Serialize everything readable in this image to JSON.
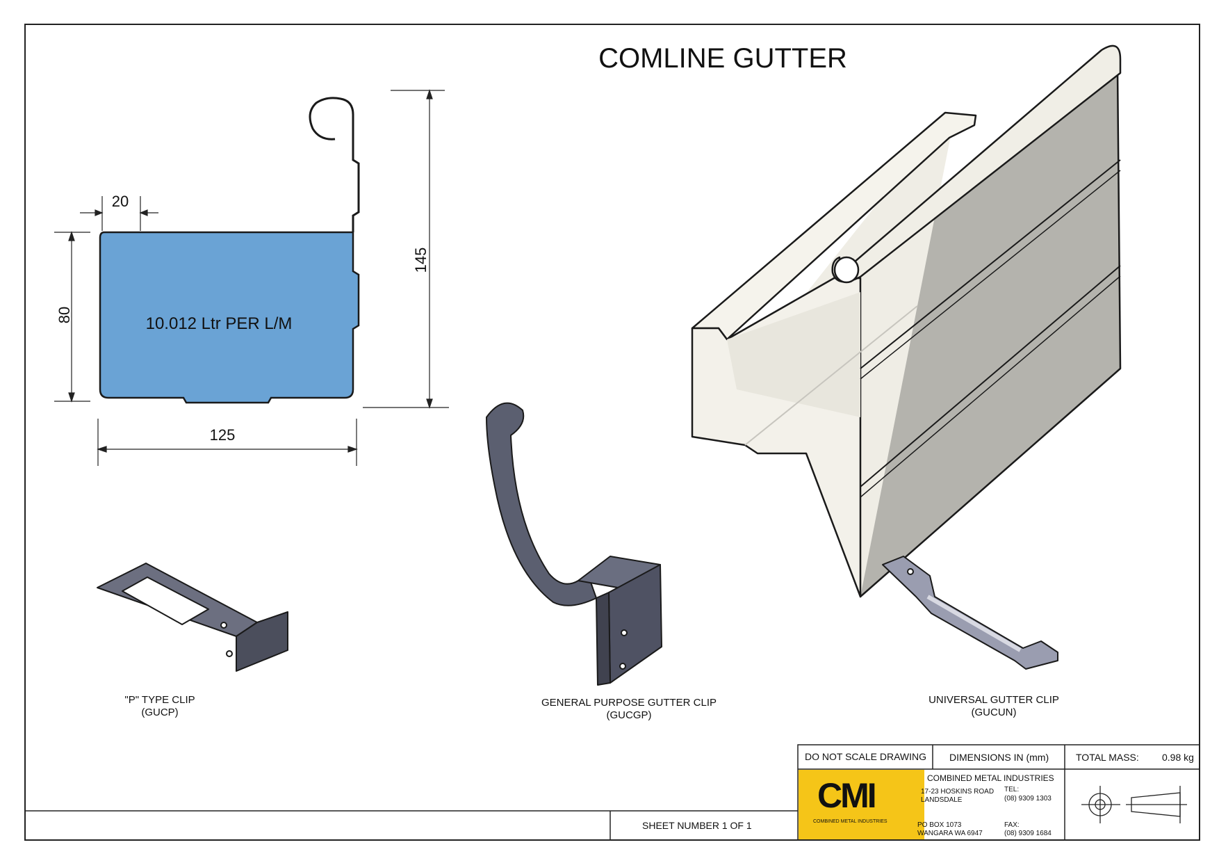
{
  "title": "COMLINE GUTTER",
  "section": {
    "capacity": "10.012 Ltr PER L/M",
    "dimensions": {
      "lip": "20",
      "depth": "80",
      "height": "145",
      "width": "125"
    }
  },
  "parts": [
    {
      "name": "\"P\" TYPE CLIP",
      "code": "(GUCP)"
    },
    {
      "name": "GENERAL PURPOSE GUTTER CLIP",
      "code": "(GUCGP)"
    },
    {
      "name": "UNIVERSAL GUTTER CLIP",
      "code": "(GUCUN)"
    }
  ],
  "title_block": {
    "scale_note": "DO NOT SCALE DRAWING",
    "units": "DIMENSIONS IN (mm)",
    "mass_label": "TOTAL MASS:",
    "mass_value": "0.98 kg",
    "sheet": "SHEET NUMBER 1 OF 1",
    "logo_text": "CMI",
    "logo_subtext": "COMBINED METAL INDUSTRIES",
    "company": "COMBINED METAL INDUSTRIES",
    "address_line1": "17-23 HOSKINS ROAD",
    "address_line2": "LANDSDALE",
    "tel_label": "TEL:",
    "tel": "(08) 9309 1303",
    "po_line1": "PO BOX 1073",
    "po_line2": "WANGARA WA 6947",
    "fax_label": "FAX:",
    "fax": "(08) 9309 1684"
  },
  "colors": {
    "section_fill": "#6aa3d5",
    "gutter_light": "#f3f1ea",
    "gutter_shade": "#a9a8a2",
    "clip_metal": "#585b6b",
    "logo_yellow": "#f5c518"
  }
}
